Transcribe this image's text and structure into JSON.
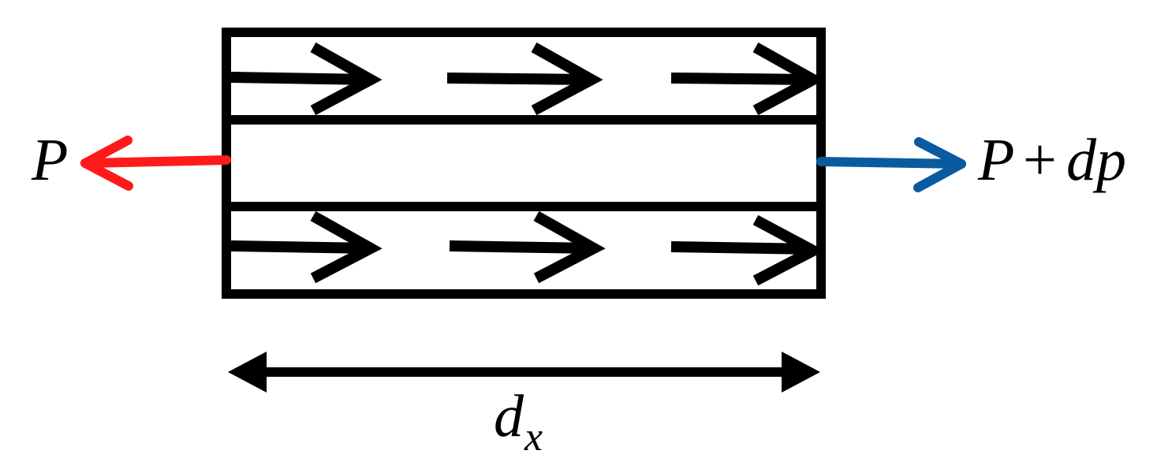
{
  "labels": {
    "left_force": "P",
    "right_force_p": "P",
    "right_force_plus": "+",
    "right_force_dp": "dp",
    "length": "d",
    "length_subscript": "x"
  },
  "colors": {
    "outline": "#000000",
    "left_arrow": "#ff1a1a",
    "right_arrow": "#0a5aa0",
    "background": "#ffffff"
  },
  "icons": {
    "flow_arrow": "chevron-right-arrow",
    "dimension_arrow": "double-headed-arrow"
  }
}
